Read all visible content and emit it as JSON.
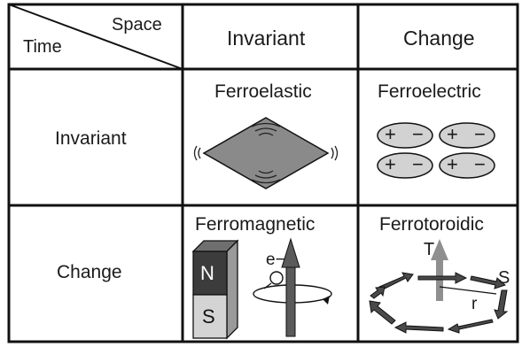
{
  "header": {
    "corner_space": "Space",
    "corner_time": "Time",
    "col_invariant": "Invariant",
    "col_change": "Change"
  },
  "rows": [
    {
      "label": "Invariant"
    },
    {
      "label": "Change"
    }
  ],
  "cells": {
    "ferroelastic": {
      "title": "Ferroelastic"
    },
    "ferroelectric": {
      "title": "Ferroelectric",
      "dipole_plus": "+",
      "dipole_minus": "−"
    },
    "ferromagnetic": {
      "title": "Ferromagnetic",
      "magnet_north": "N",
      "magnet_south": "S",
      "electron": "e−"
    },
    "ferrotoroidic": {
      "title": "Ferrotoroidic",
      "label_T": "T",
      "label_S": "S",
      "label_r": "r"
    }
  },
  "colors": {
    "line": "#111111",
    "shape_gray": "#8a8a8a",
    "dark_gray": "#555555",
    "north_block": "#3c3c3c",
    "south_block": "#d4d4d4",
    "arrow_gray": "#8f8f8f"
  }
}
